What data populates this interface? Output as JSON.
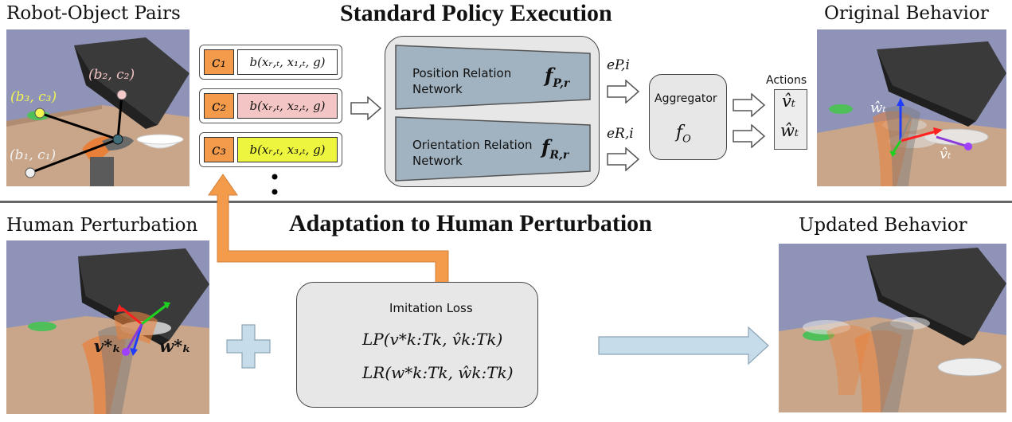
{
  "titles": {
    "robot_object_pairs": "Robot-Object Pairs",
    "standard_policy_execution": "Standard Policy Execution",
    "original_behavior": "Original Behavior",
    "human_perturbation": "Human Perturbation",
    "adaptation": "Adaptation to Human Perturbation",
    "updated_behavior": "Updated Behavior"
  },
  "scene_labels": {
    "b1c1": "(b₁, c₁)",
    "b2c2": "(b₂, c₂)",
    "b3c3": "(b₃, c₃)",
    "v_star": "v*ₖ",
    "w_star": "w*ₖ",
    "w_hat": "ŵₜ",
    "v_hat": "v̂ₜ"
  },
  "pairs": [
    {
      "c": "c₁",
      "b": "b(xᵣ,ₜ, x₁,ₜ, g)",
      "color": "#ffffff"
    },
    {
      "c": "c₂",
      "b": "b(xᵣ,ₜ, x₂,ₜ, g)",
      "color": "#f4c5c5"
    },
    {
      "c": "c₃",
      "b": "b(xᵣ,ₜ, x₃,ₜ, g)",
      "color": "#eef53e"
    }
  ],
  "network": {
    "position_label_1": "Position Relation",
    "position_label_2": "Network",
    "position_symbol": "f",
    "position_sub": "P,r",
    "orientation_label_1": "Orientation Relation",
    "orientation_label_2": "Network",
    "orientation_symbol": "f",
    "orientation_sub": "R,r",
    "e_p": "eP,i",
    "e_r": "eR,i"
  },
  "aggregator": {
    "label": "Aggregator",
    "symbol": "f",
    "sub": "O"
  },
  "actions": {
    "label": "Actions",
    "v": "v̂ₜ",
    "w": "ŵₜ"
  },
  "loss": {
    "title": "Imitation Loss",
    "lp": "LP(v*k:Tk, v̂k:Tk)",
    "lr": "LR(w*k:Tk, ŵk:Tk)"
  },
  "colors": {
    "orange": "#f39a4b",
    "network_blue": "#a1b3c1",
    "light_blue": "#c7dcea",
    "box_gray": "#e7e7e7",
    "scene_bg": "#8f93b8"
  }
}
